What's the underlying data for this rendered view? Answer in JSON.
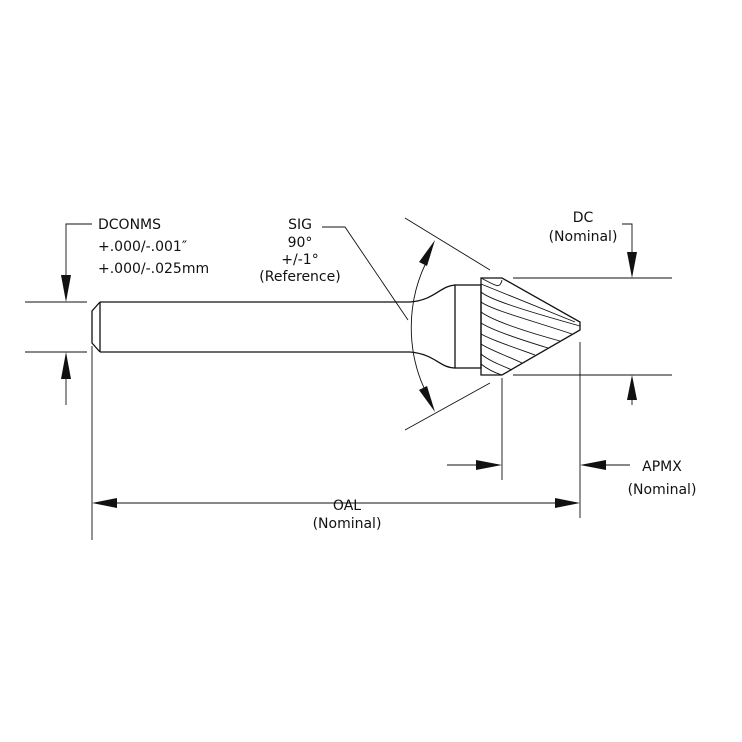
{
  "labels": {
    "dconms": [
      "DCONMS",
      "+.000/-.001″",
      "+.000/-.025mm"
    ],
    "sig": [
      "SIG",
      "90°",
      "+/-1°",
      "(Reference)"
    ],
    "dc": [
      "DC",
      "(Nominal)"
    ],
    "apmx": [
      "APMX",
      "(Nominal)"
    ],
    "oal": [
      "OAL",
      "(Nominal)"
    ]
  }
}
